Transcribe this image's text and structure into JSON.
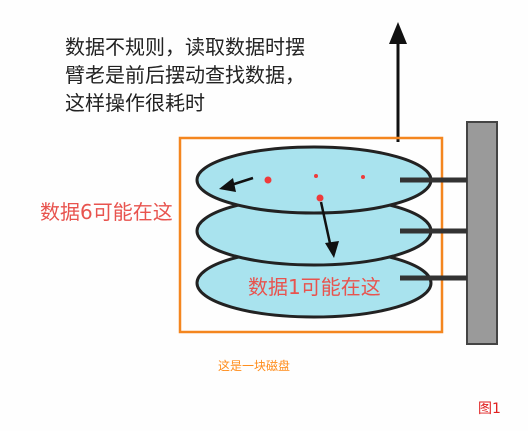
{
  "note": {
    "lines": [
      "数据不规则，读取数据时摆",
      "臂老是前后摆动查找数据，",
      "这样操作很耗时"
    ]
  },
  "labels": {
    "data6": "数据6可能在这",
    "data1": "数据1可能在这"
  },
  "caption": "这是一块磁盘",
  "figure_label": "图1",
  "colors": {
    "platter_fill": "#a9e3ee",
    "outline": "#222222",
    "frame": "#f4861f",
    "red_text": "#e8534e",
    "data_dot": "#ee3b3b",
    "arm": "#9a9a9a"
  },
  "icons": [
    "up-arrow-icon",
    "move-arrow-icon"
  ]
}
